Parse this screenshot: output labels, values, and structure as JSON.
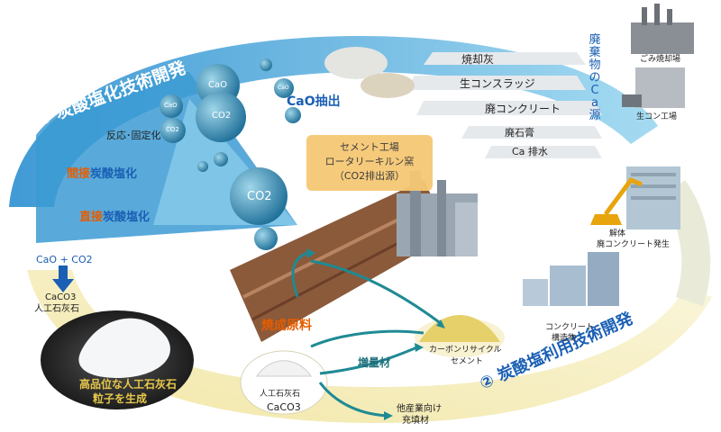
{
  "title_left": "① 炭酸塩化技術開発",
  "title_right": "② 炭酸塩利用技術開発",
  "cao_extract": "CaO抽出",
  "reaction_fix": "反応･固定化",
  "indirect": {
    "prefix": "間接",
    "suffix": "炭酸塩化"
  },
  "direct": {
    "prefix": "直接",
    "suffix": "炭酸塩化"
  },
  "bubbles": {
    "cao1": "CaO",
    "cao2": "CaO",
    "cao3": "CaO",
    "co2_1": "CO2",
    "co2_2": "CO2",
    "co2_3": "CO2"
  },
  "reaction_eq": "CaO + CO2",
  "caco3": "CaCO3",
  "artificial_ls": "人工石灰石",
  "high_quality": [
    "高品位な人工石灰石",
    "粒子を生成"
  ],
  "source_box": [
    "セメント工場",
    "ロータリーキルン窯",
    "（CO2排出源）"
  ],
  "burn_material": "焼成原料",
  "extender": "増量材",
  "carbon_cement": [
    "カーボンリサイクル",
    "セメント"
  ],
  "filler": [
    "他産業向け",
    "充填材"
  ],
  "bottom_ls": [
    "人工石灰石",
    "CaCO3"
  ],
  "waste_sources": [
    "焼却灰",
    "生コンスラッジ",
    "廃コンクリート",
    "廃石膏",
    "Ca 排水"
  ],
  "waste_label": "廃棄物のCa源",
  "garbage_plant": "ごみ焼却場",
  "ready_mix_plant": "生コン工場",
  "demolition": [
    "解体",
    "廃コンクリート発生"
  ],
  "concrete_structure": [
    "コンクリート",
    "構造物"
  ]
}
